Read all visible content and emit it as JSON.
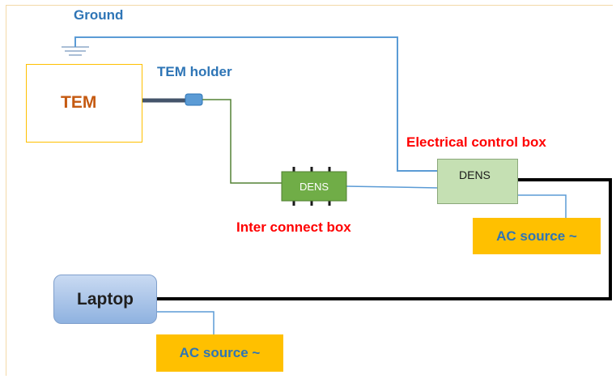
{
  "labels": {
    "ground": "Ground",
    "tem": "TEM",
    "tem_holder": "TEM holder",
    "electrical_control_box": "Electrical control box",
    "interconnect_dens": "DENS",
    "interconnect_box": "Inter connect box",
    "control_dens": "DENS",
    "ac_source_right": "AC source ~",
    "ac_source_bottom": "AC source ~",
    "laptop": "Laptop"
  },
  "colors": {
    "blue_label": "#2e75b6",
    "red_label": "#ff0000",
    "tem_text": "#c55a11",
    "tem_border": "#ffc000",
    "ac_source_fill": "#ffc000",
    "dens_green": "#70ad47",
    "control_box_green": "#c5e0b3",
    "holder_wire": "#548235",
    "blue_wire": "#5b9bd5",
    "black_cable": "#000000",
    "laptop_fill": "#9dbde8"
  }
}
